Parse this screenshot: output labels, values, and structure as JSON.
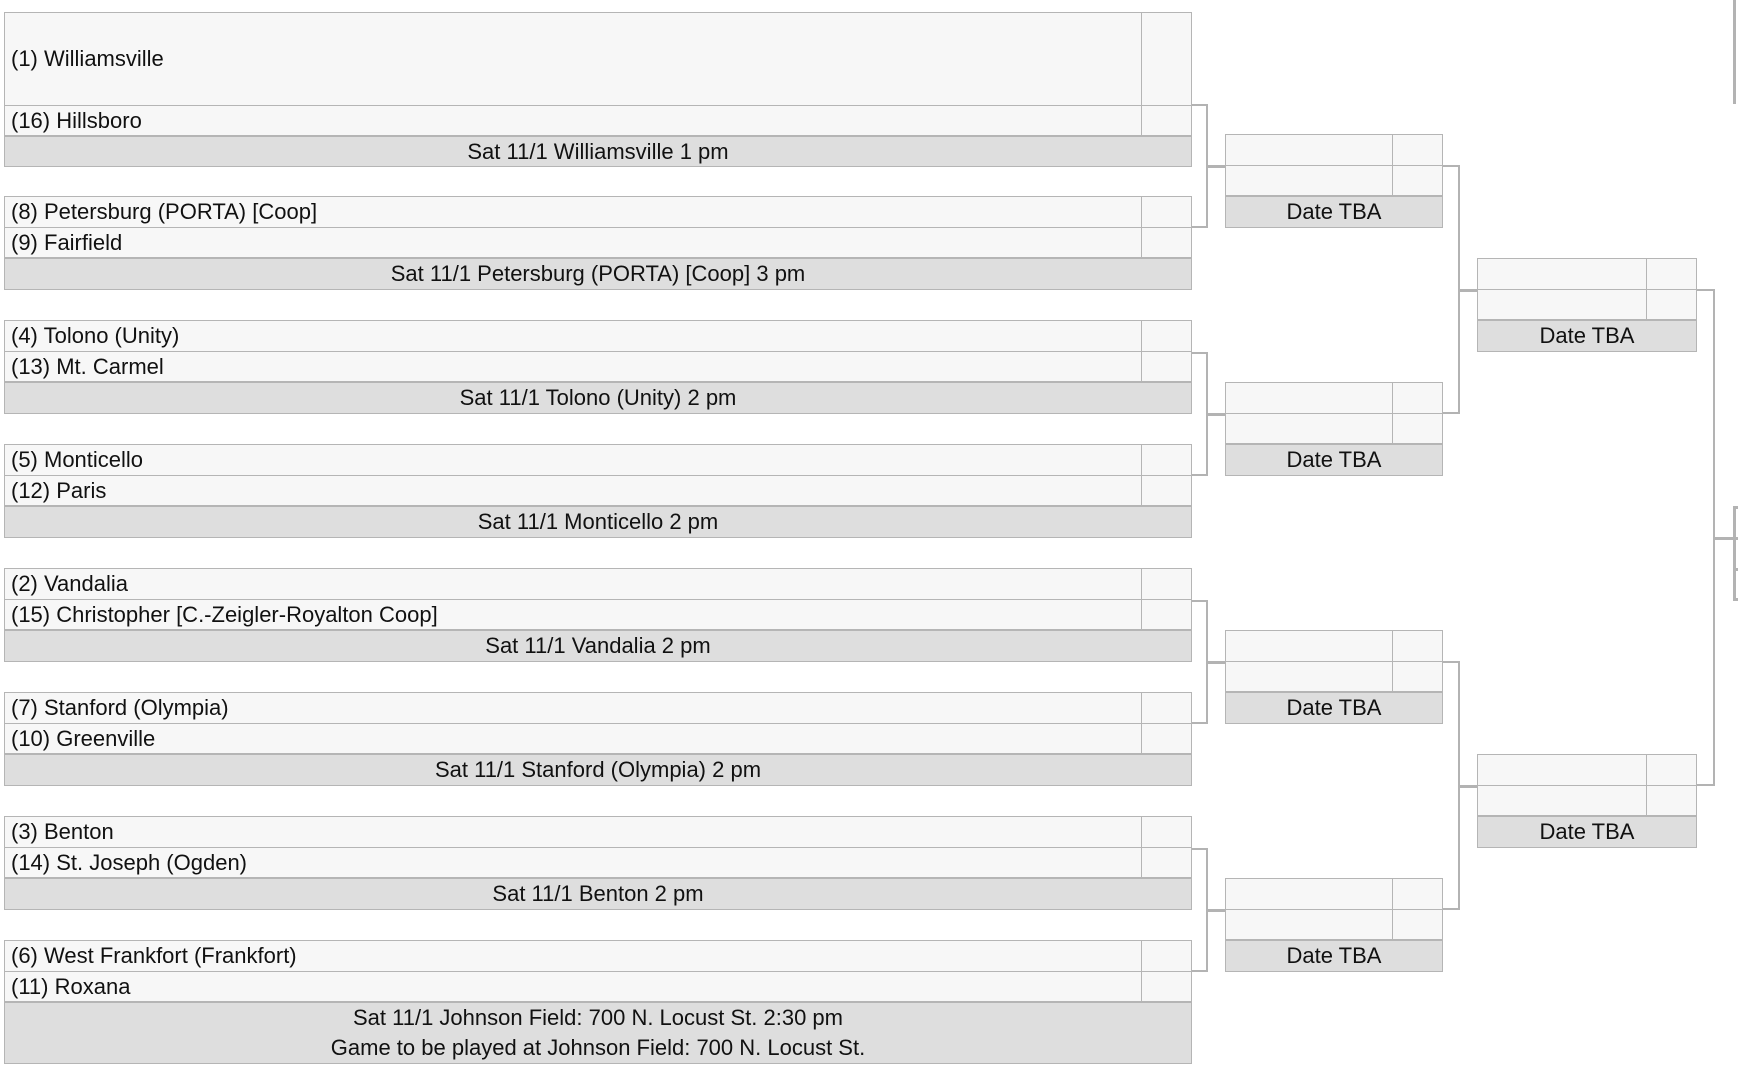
{
  "round1": [
    {
      "team_a": "(1) Williamsville",
      "team_b": "(16) Hillsboro",
      "info": [
        "Sat 11/1 Williamsville 1 pm"
      ]
    },
    {
      "team_a": "(8) Petersburg (PORTA) [Coop]",
      "team_b": "(9) Fairfield",
      "info": [
        "Sat 11/1 Petersburg (PORTA) [Coop] 3 pm"
      ]
    },
    {
      "team_a": "(4) Tolono (Unity)",
      "team_b": "(13) Mt. Carmel",
      "info": [
        "Sat 11/1 Tolono (Unity) 2 pm"
      ]
    },
    {
      "team_a": "(5) Monticello",
      "team_b": "(12) Paris",
      "info": [
        "Sat 11/1 Monticello 2 pm"
      ]
    },
    {
      "team_a": "(2) Vandalia",
      "team_b": "(15) Christopher [C.-Zeigler-Royalton Coop]",
      "info": [
        "Sat 11/1 Vandalia 2 pm"
      ]
    },
    {
      "team_a": "(7) Stanford (Olympia)",
      "team_b": "(10) Greenville",
      "info": [
        "Sat 11/1 Stanford (Olympia) 2 pm"
      ]
    },
    {
      "team_a": "(3) Benton",
      "team_b": "(14) St. Joseph (Ogden)",
      "info": [
        "Sat 11/1 Benton 2 pm"
      ]
    },
    {
      "team_a": "(6) West Frankfort (Frankfort)",
      "team_b": "(11) Roxana",
      "info": [
        "Sat 11/1 Johnson Field: 700 N. Locust St. 2:30 pm",
        "Game to be played at Johnson Field: 700 N. Locust St."
      ]
    }
  ],
  "round2": [
    {
      "team_a": "",
      "team_b": "",
      "info": [
        "Date TBA"
      ]
    },
    {
      "team_a": "",
      "team_b": "",
      "info": [
        "Date TBA"
      ]
    },
    {
      "team_a": "",
      "team_b": "",
      "info": [
        "Date TBA"
      ]
    },
    {
      "team_a": "",
      "team_b": "",
      "info": [
        "Date TBA"
      ]
    }
  ],
  "round3": [
    {
      "team_a": "",
      "team_b": "",
      "info": [
        "Date TBA"
      ]
    },
    {
      "team_a": "",
      "team_b": "",
      "info": [
        "Date TBA"
      ]
    }
  ]
}
